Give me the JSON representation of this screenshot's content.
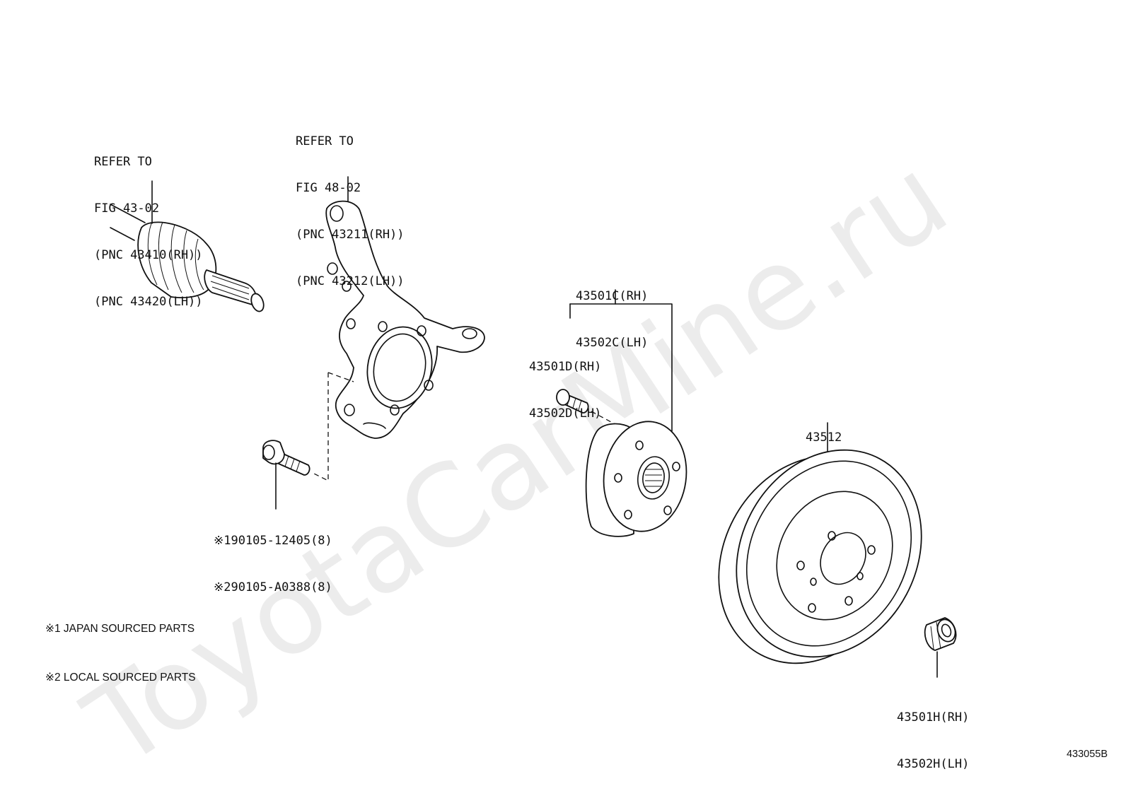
{
  "drawing_id": "433055B",
  "watermark": "ToyotaCarMine.ru",
  "callouts": {
    "drive_shaft": [
      "REFER TO",
      "FIG 43-02",
      "(PNC 43410(RH))",
      "(PNC 43420(LH))"
    ],
    "knuckle": [
      "REFER TO",
      "FIG 48-02",
      "(PNC 43211(RH))",
      "(PNC 43212(LH))"
    ],
    "hub_assembly": [
      "43501C(RH)",
      "43502C(LH)"
    ],
    "hub_bolt": [
      "43501D(RH)",
      "43502D(LH)"
    ],
    "disc": [
      "43512"
    ],
    "nut": [
      "43501H(RH)",
      "43502H(LH)"
    ],
    "flange_bolt": [
      "※190105-12405(8)",
      "※290105-A0388(8)"
    ]
  },
  "notes": [
    "※1 JAPAN SOURCED PARTS",
    "※2 LOCAL SOURCED PARTS"
  ]
}
